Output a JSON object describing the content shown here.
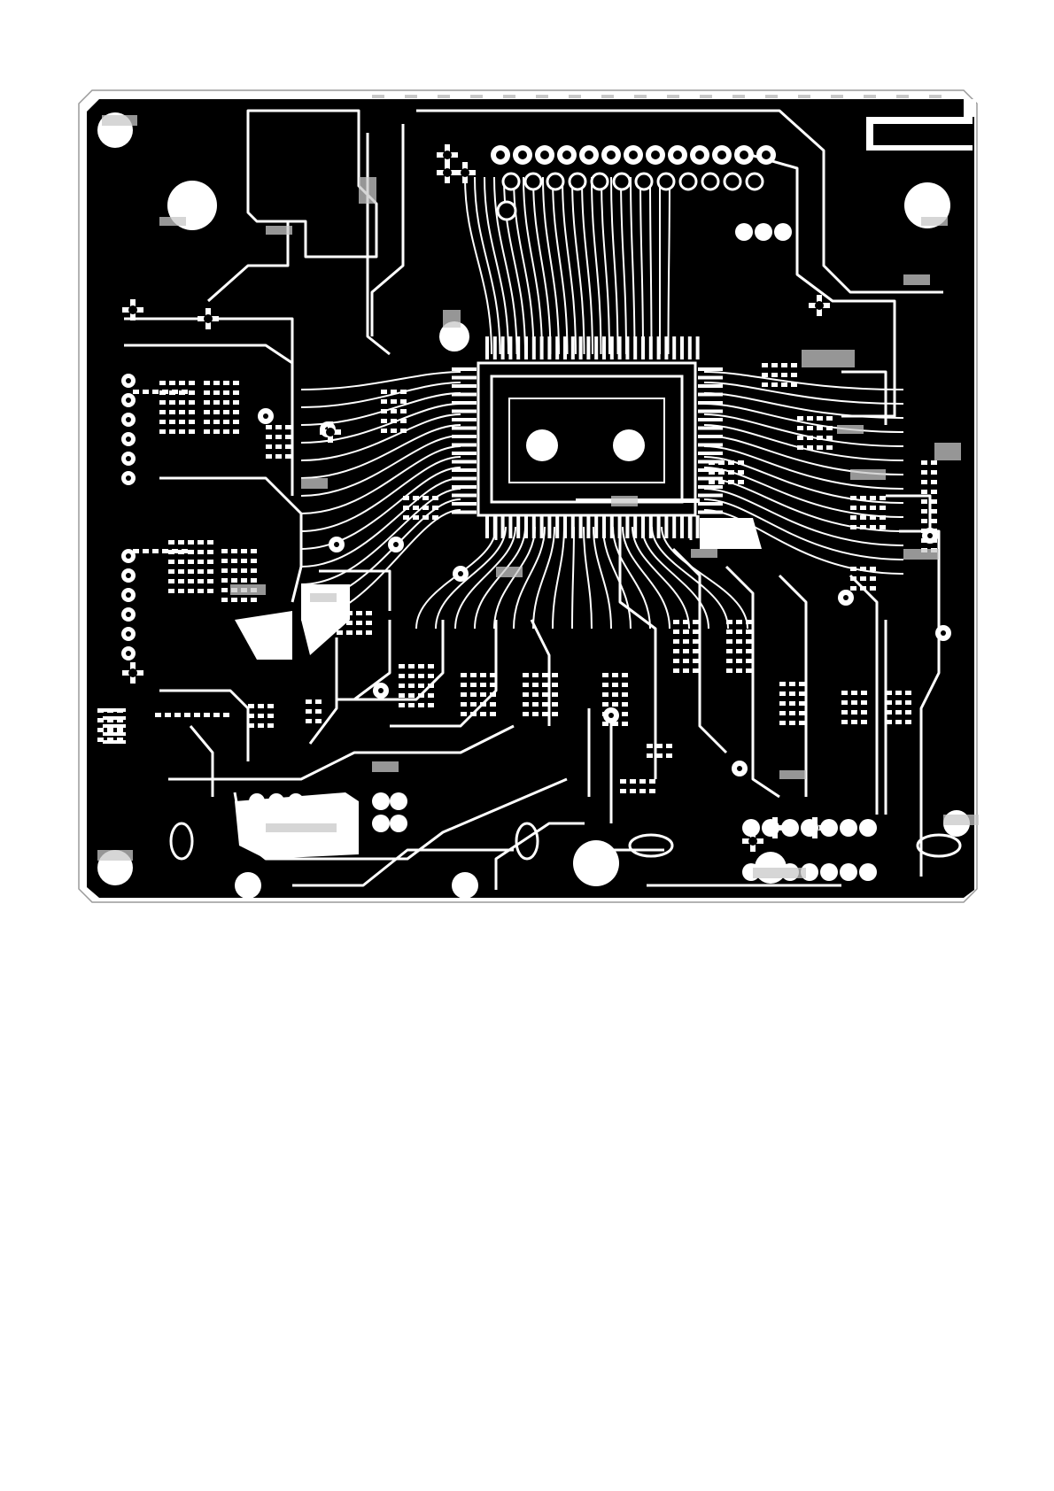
{
  "document": {
    "background_color": "#ffffff"
  },
  "board": {
    "description_hidden": "",
    "copper_color": "#000000",
    "clearance_color": "#ffffff",
    "shading_color": "#c8c8c8",
    "layer_outline_color": "#9a9a9a",
    "features": {
      "mounting_holes": 10,
      "qfp_chip": true,
      "top_connector_pads": 13,
      "bottom_header_pads": 7
    }
  }
}
